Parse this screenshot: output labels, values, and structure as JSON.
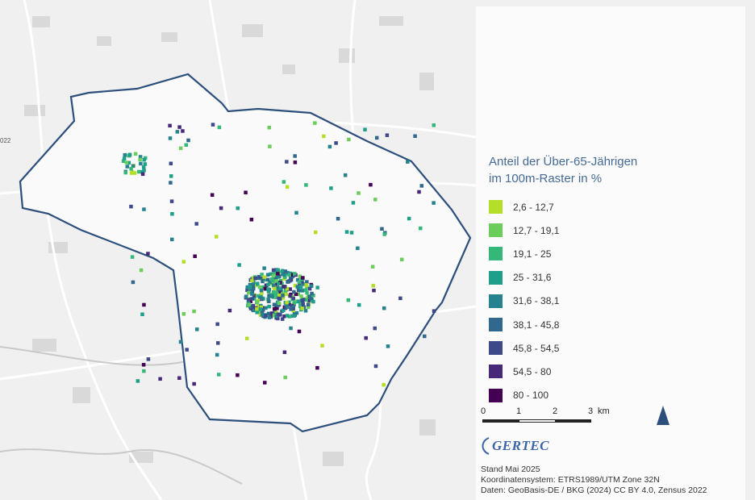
{
  "legend": {
    "title_line1": "Anteil der Über-65-Jährigen",
    "title_line2": "im 100m-Raster in %",
    "classes": [
      {
        "label": "2,6 - 12,7",
        "color": "#b5de2b"
      },
      {
        "label": "12,7 - 19,1",
        "color": "#6ccd5a"
      },
      {
        "label": "19,1 - 25",
        "color": "#35b779"
      },
      {
        "label": "25 - 31,6",
        "color": "#1f9e89"
      },
      {
        "label": "31,6 - 38,1",
        "color": "#26828e"
      },
      {
        "label": "38,1 - 45,8",
        "color": "#31688e"
      },
      {
        "label": "45,8 - 54,5",
        "color": "#3e4989"
      },
      {
        "label": "54,5 - 80",
        "color": "#482878"
      },
      {
        "label": "80 - 100",
        "color": "#440154"
      }
    ]
  },
  "scalebar": {
    "ticks": [
      "0",
      "1",
      "2",
      "3"
    ],
    "unit": "km"
  },
  "logo": {
    "text": "GERTEC",
    "initial": "G"
  },
  "footer": {
    "stand": "Stand Mai 2025",
    "crs": "Koordinatensystem: ETRS1989/UTM Zone 32N",
    "sources": "Daten: GeoBasis-DE / BKG (2024) CC BY 4.0, Zensus 2022"
  },
  "edge_fragment": "022",
  "colors": {
    "boundary": "#2c4f7c",
    "title": "#456a94"
  }
}
